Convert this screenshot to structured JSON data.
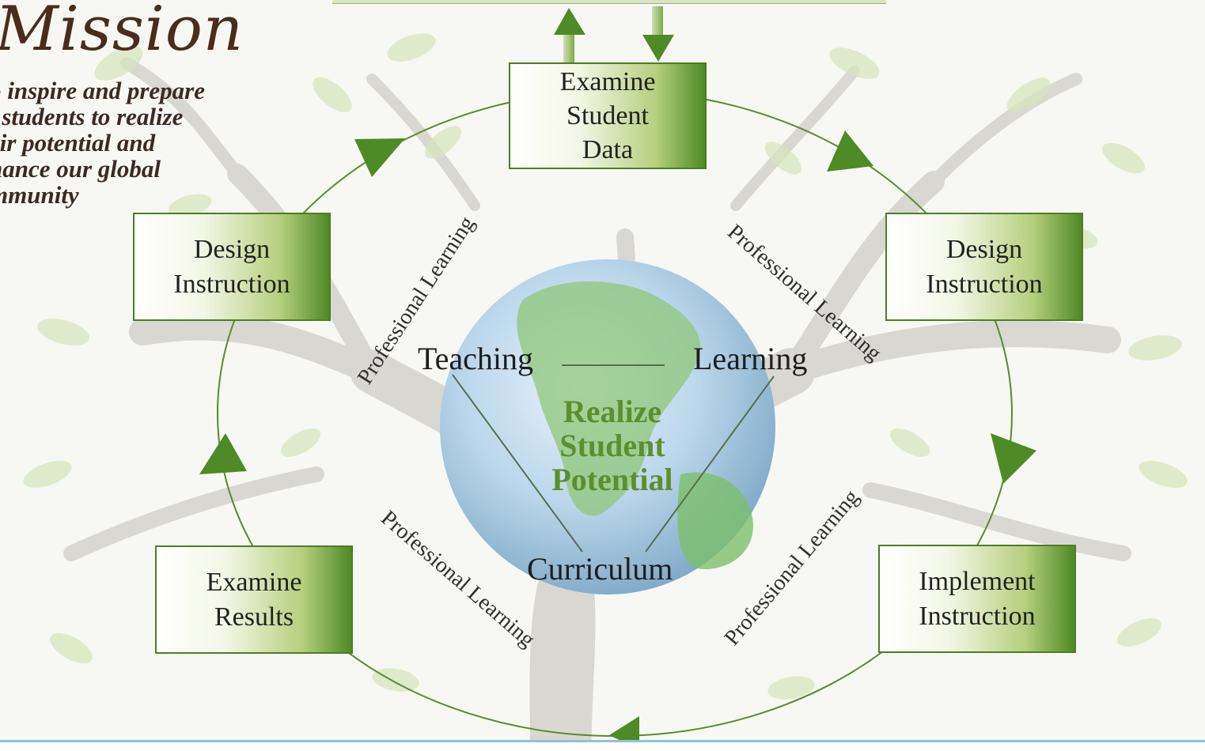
{
  "mission": {
    "title": "Mission",
    "lines": [
      "o inspire and prepare",
      "l students to realize",
      "eir potential and",
      "hance our global",
      "mmunity"
    ]
  },
  "cycle": {
    "top": [
      "Examine",
      "Student",
      "Data"
    ],
    "right": [
      "Design",
      "Instruction"
    ],
    "bottom_right": [
      "Implement",
      "Instruction"
    ],
    "bottom_left": [
      "Examine",
      "Results"
    ],
    "left": [
      "Design",
      "Instruction"
    ]
  },
  "arc_label": "Professional Learning",
  "triangle": {
    "teaching": "Teaching",
    "learning": "Learning",
    "curriculum": "Curriculum"
  },
  "center": [
    "Realize",
    "Student",
    "Potential"
  ],
  "colors": {
    "accent_green": "#4e8a25",
    "center_text": "#5c8f2d",
    "mission_brown": "#4a2c1d"
  }
}
